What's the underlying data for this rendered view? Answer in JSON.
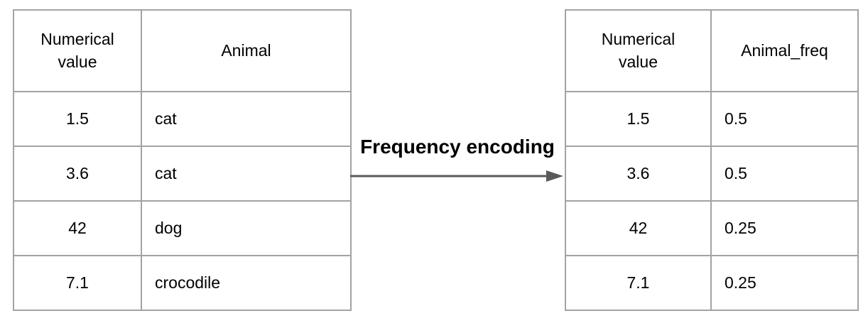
{
  "diagram": {
    "title": "Frequency encoding",
    "transform": {
      "label": "Frequency encoding"
    },
    "left_table": {
      "headers": [
        "Numerical value",
        "Animal"
      ],
      "rows": [
        [
          "1.5",
          "cat"
        ],
        [
          "3.6",
          "cat"
        ],
        [
          "42",
          "dog"
        ],
        [
          "7.1",
          "crocodile"
        ]
      ]
    },
    "right_table": {
      "headers": [
        "Numerical value",
        "Animal_freq"
      ],
      "rows": [
        [
          "1.5",
          "0.5"
        ],
        [
          "3.6",
          "0.5"
        ],
        [
          "42",
          "0.25"
        ],
        [
          "7.1",
          "0.25"
        ]
      ]
    },
    "colors": {
      "background": "#ffffff",
      "table_border": "#a3a3a3",
      "text": "#000000",
      "arrow": "#595959"
    }
  }
}
